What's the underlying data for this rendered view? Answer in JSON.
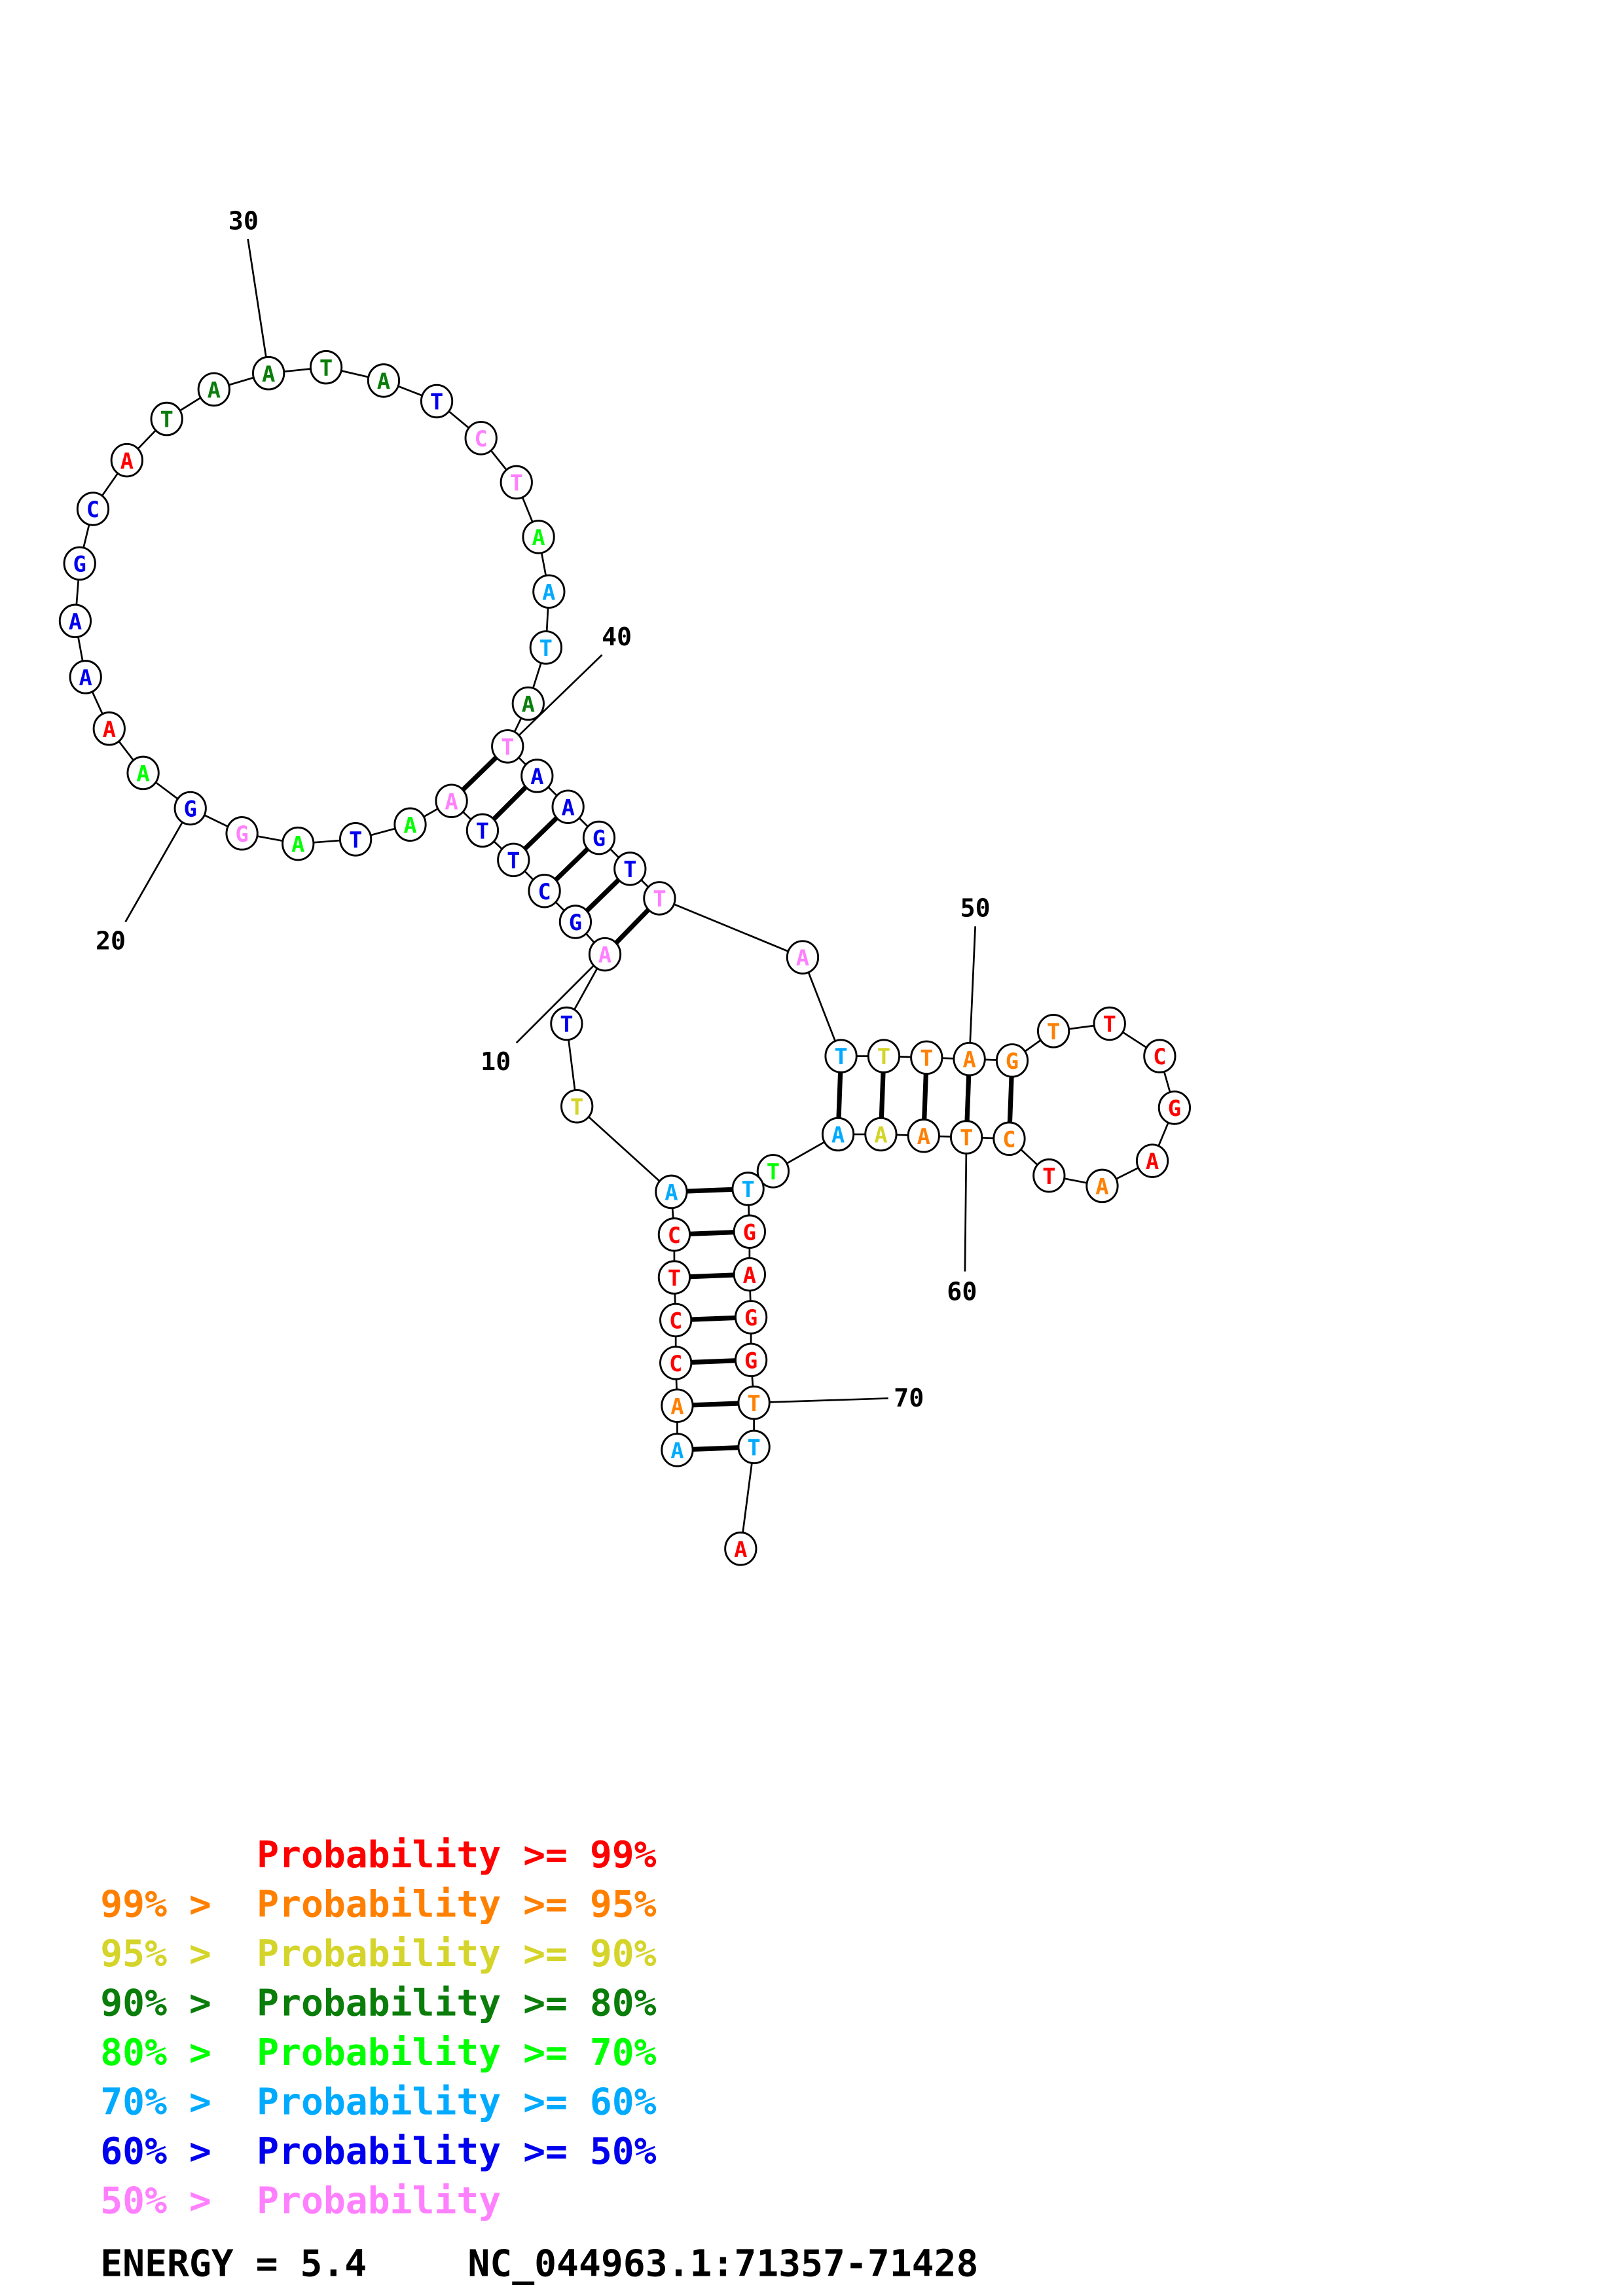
{
  "structure": {
    "sequence": "AACCTCATTAGCTTAATAGGAAAAGCATAATATCTAATATAAGTTATTTAGTTCGAATCTAAATTGAGGTTA",
    "probability_class": [
      5,
      1,
      0,
      0,
      0,
      0,
      5,
      2,
      6,
      7,
      6,
      6,
      6,
      6,
      7,
      4,
      6,
      4,
      7,
      6,
      4,
      0,
      6,
      6,
      6,
      6,
      0,
      3,
      3,
      3,
      3,
      3,
      6,
      7,
      7,
      4,
      5,
      5,
      3,
      7,
      6,
      6,
      6,
      6,
      7,
      7,
      5,
      2,
      1,
      1,
      1,
      1,
      0,
      0,
      0,
      0,
      1,
      0,
      1,
      1,
      1,
      2,
      5,
      4,
      5,
      0,
      0,
      0,
      0,
      1,
      5,
      0
    ],
    "pairs": [
      [
        1,
        71
      ],
      [
        2,
        70
      ],
      [
        3,
        69
      ],
      [
        4,
        68
      ],
      [
        5,
        67
      ],
      [
        6,
        66
      ],
      [
        7,
        65
      ],
      [
        10,
        45
      ],
      [
        11,
        44
      ],
      [
        12,
        43
      ],
      [
        13,
        42
      ],
      [
        14,
        41
      ],
      [
        15,
        40
      ],
      [
        47,
        63
      ],
      [
        48,
        62
      ],
      [
        49,
        61
      ],
      [
        50,
        60
      ],
      [
        51,
        59
      ]
    ],
    "position_labels": [
      {
        "index": 10,
        "text": "10"
      },
      {
        "index": 20,
        "text": "20"
      },
      {
        "index": 30,
        "text": "30"
      },
      {
        "index": 40,
        "text": "40"
      },
      {
        "index": 50,
        "text": "50"
      },
      {
        "index": 60,
        "text": "60"
      },
      {
        "index": 70,
        "text": "70"
      }
    ]
  },
  "class_colors": [
    "#ff0000",
    "#ff8000",
    "#d4d42a",
    "#0a7d0a",
    "#00ff00",
    "#00aaff",
    "#0000ee",
    "#ff80ff"
  ],
  "legend": [
    {
      "prefix": "",
      "main": "Probability >= 99%"
    },
    {
      "prefix": "99% > ",
      "main": "Probability >= 95%"
    },
    {
      "prefix": "95% > ",
      "main": "Probability >= 90%"
    },
    {
      "prefix": "90% > ",
      "main": "Probability >= 80%"
    },
    {
      "prefix": "80% > ",
      "main": "Probability >= 70%"
    },
    {
      "prefix": "70% > ",
      "main": "Probability >= 60%"
    },
    {
      "prefix": "60% > ",
      "main": "Probability >= 50%"
    },
    {
      "prefix": "50% > ",
      "main": "Probability"
    }
  ],
  "footer": {
    "energy": "ENERGY = 5.4",
    "region": "NC_044963.1:71357-71428"
  }
}
